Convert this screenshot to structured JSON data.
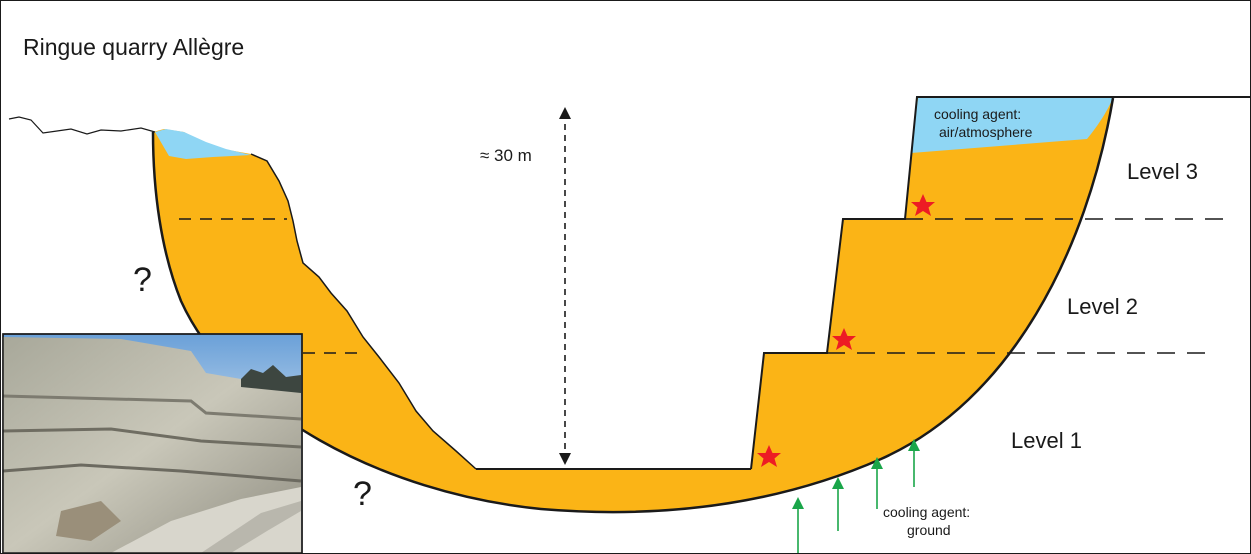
{
  "title": "Ringue quarry Allègre",
  "levels": [
    "Level 3",
    "Level 2",
    "Level 1"
  ],
  "scale_label": "≈ 30 m",
  "unknown_mark": "?",
  "cooling_air": {
    "line1": "cooling agent:",
    "line2": "air/atmosphere"
  },
  "cooling_ground": {
    "line1": "cooling agent:",
    "line2": "ground"
  },
  "colors": {
    "lava": "#fbb416",
    "air_cooling": "#8fd6f4",
    "sample_star": "#ed1c24",
    "ground_arrow": "#1aa64a",
    "outline": "#1a1a1a"
  },
  "icons": [
    "sample-star-icon",
    "up-arrow-icon",
    "double-arrow-icon",
    "quarry-photo"
  ]
}
